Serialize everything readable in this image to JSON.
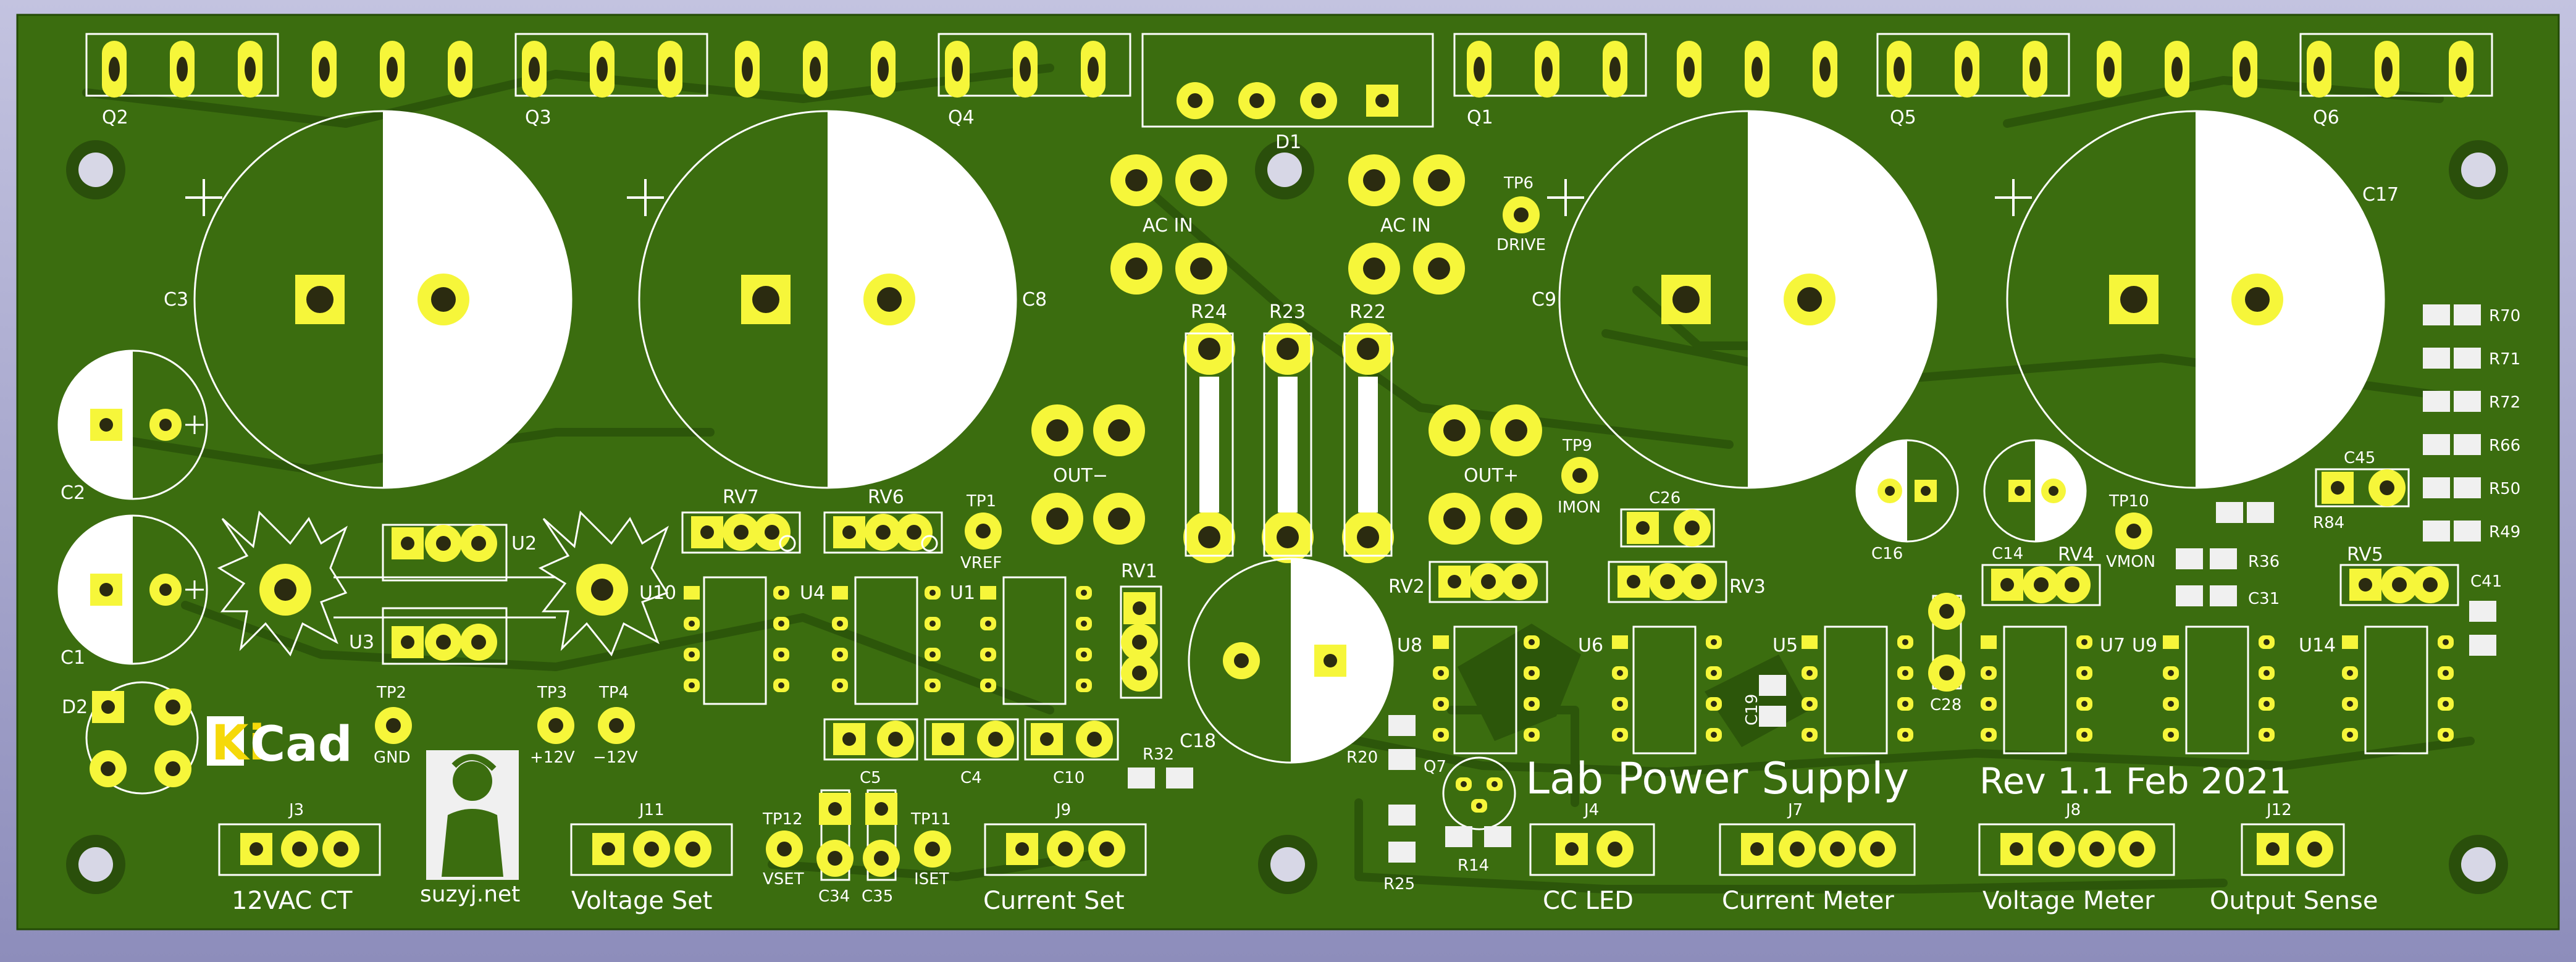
{
  "board": {
    "title": "Lab Power Supply",
    "revision": "Rev 1.1 Feb 2021",
    "kicad_logo": "KiCad",
    "author_url": "suzyj.net",
    "colors": {
      "mask": "#3b6d0f",
      "mask_dark": "#284f08",
      "pad": "#f6f63a",
      "silk": "#ffffff",
      "bg_top": "#c3c3e0",
      "bg_bottom": "#8d8dbb",
      "logo_accent": "#f5d90a"
    }
  },
  "transistors": {
    "q2": "Q2",
    "q3": "Q3",
    "q4": "Q4",
    "q1": "Q1",
    "q5": "Q5",
    "q6": "Q6"
  },
  "rectifier": {
    "d1": "D1",
    "d2": "D2"
  },
  "capacitors": {
    "c3": "C3",
    "c8": "C8",
    "c9": "C9",
    "c17": "C17",
    "c2": "C2",
    "c1": "C1",
    "c18": "C18",
    "c16": "C16",
    "c14": "C14",
    "c26": "C26",
    "c45": "C45",
    "c41": "C41",
    "c31": "C31",
    "c28": "C28",
    "c19": "C19",
    "c5": "C5",
    "c4": "C4",
    "c10": "C10",
    "c34": "C34",
    "c35": "C35"
  },
  "ac_inputs": {
    "left": "AC IN",
    "right": "AC IN"
  },
  "outputs": {
    "neg": "OUT−",
    "pos": "OUT+"
  },
  "resistors": {
    "r24": "R24",
    "r23": "R23",
    "r22": "R22",
    "r70": "R70",
    "r71": "R71",
    "r72": "R72",
    "r66": "R66",
    "r50": "R50",
    "r49": "R49",
    "r84": "R84",
    "r36": "R36",
    "r32": "R32",
    "r20": "R20",
    "r25": "R25",
    "r14": "R14"
  },
  "test_points": {
    "tp6": "TP6",
    "tp6_label": "DRIVE",
    "tp9": "TP9",
    "tp9_label": "IMON",
    "tp1": "TP1",
    "tp1_label": "VREF",
    "tp10": "TP10",
    "tp10_label": "VMON",
    "tp2": "TP2",
    "tp2_label": "GND",
    "tp3": "TP3",
    "tp3_label": "+12V",
    "tp4": "TP4",
    "tp4_label": "−12V",
    "tp12": "TP12",
    "tp12_label": "VSET",
    "tp11": "TP11",
    "tp11_label": "ISET"
  },
  "trimmers": {
    "rv7": "RV7",
    "rv6": "RV6",
    "rv1": "RV1",
    "rv2": "RV2",
    "rv3": "RV3",
    "rv4": "RV4",
    "rv5": "RV5"
  },
  "ics": {
    "u2": "U2",
    "u3": "U3",
    "u10": "U10",
    "u4": "U4",
    "u1": "U1",
    "u8": "U8",
    "u6": "U6",
    "u5": "U5",
    "u7": "U7",
    "u9": "U9",
    "u14": "U14",
    "q7": "Q7"
  },
  "connectors": {
    "j3": "J3",
    "j3_label": "12VAC CT",
    "j11": "J11",
    "j11_label": "Voltage Set",
    "j9": "J9",
    "j9_label": "Current Set",
    "j4": "J4",
    "j4_label": "CC LED",
    "j7": "J7",
    "j7_label": "Current Meter",
    "j8": "J8",
    "j8_label": "Voltage Meter",
    "j12": "J12",
    "j12_label": "Output Sense"
  }
}
